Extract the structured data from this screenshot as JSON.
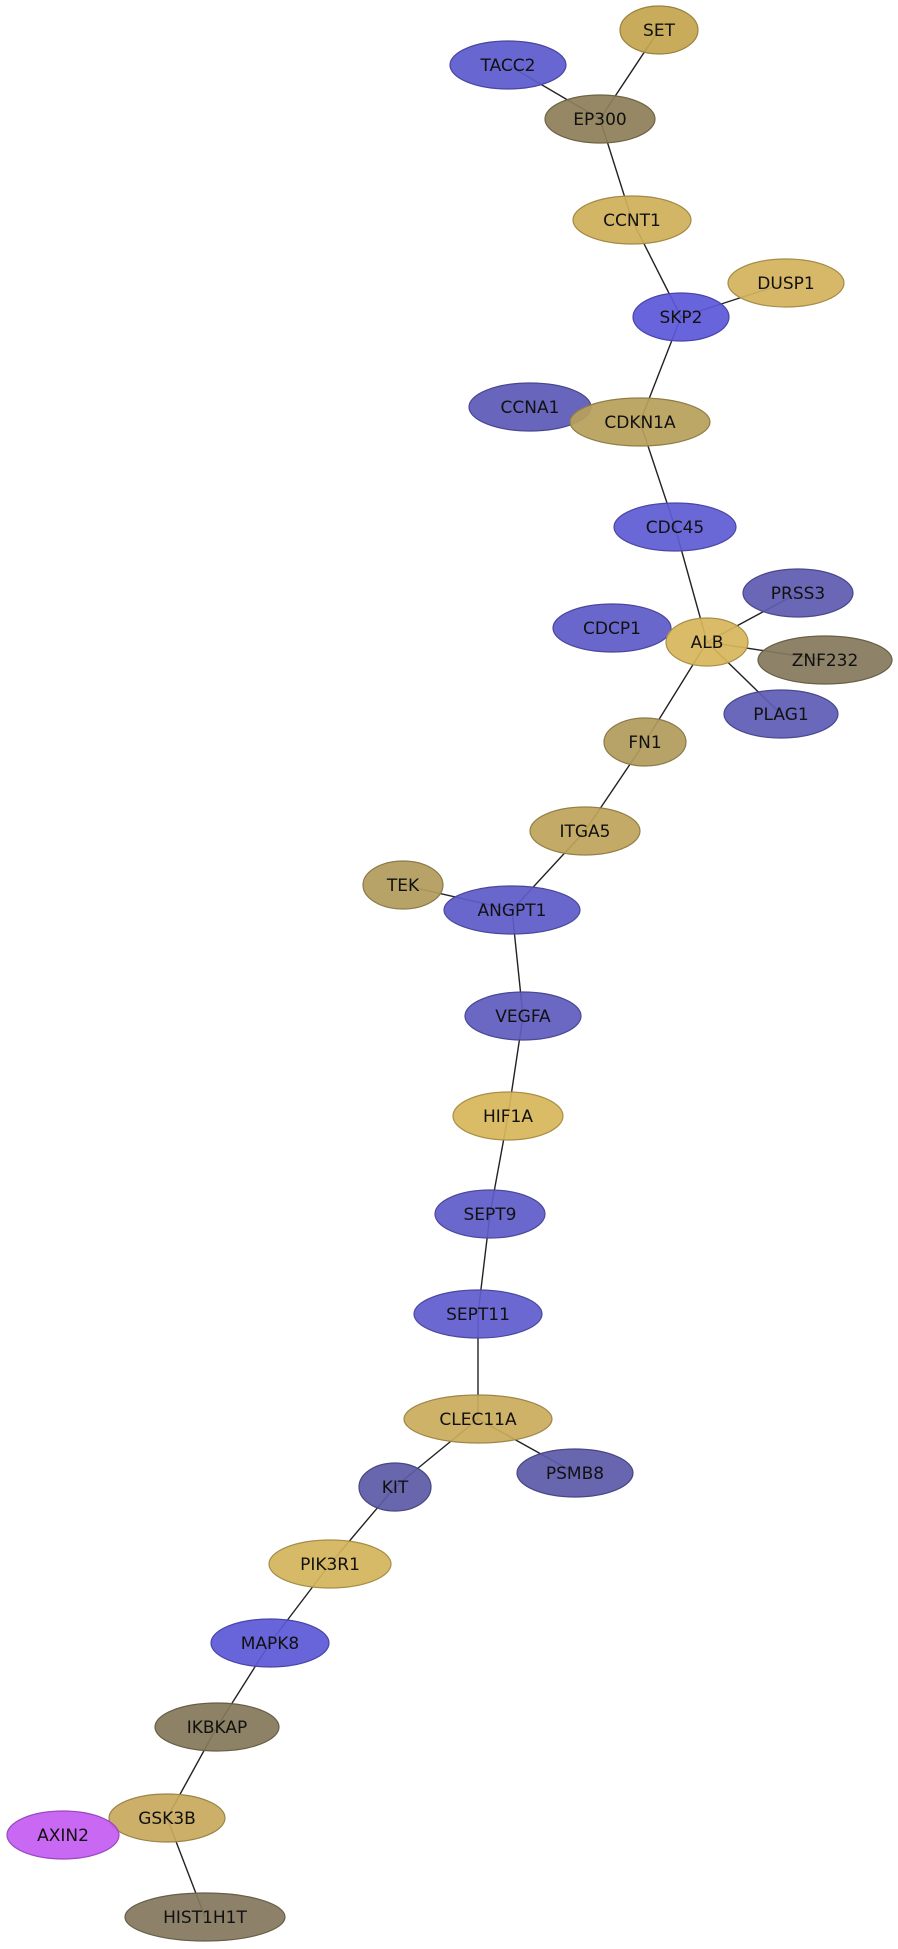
{
  "graph": {
    "nodes": [
      {
        "id": "SET",
        "label": "SET",
        "color": "#c4a650"
      },
      {
        "id": "TACC2",
        "label": "TACC2",
        "color": "#5c5acc"
      },
      {
        "id": "EP300",
        "label": "EP300",
        "color": "#8e7f58"
      },
      {
        "id": "CCNT1",
        "label": "CCNT1",
        "color": "#d0b059"
      },
      {
        "id": "DUSP1",
        "label": "DUSP1",
        "color": "#d3b35c"
      },
      {
        "id": "SKP2",
        "label": "SKP2",
        "color": "#5d59d9"
      },
      {
        "id": "CCNA1",
        "label": "CCNA1",
        "color": "#5d5ab7"
      },
      {
        "id": "CDKN1A",
        "label": "CDKN1A",
        "color": "#b8a05a"
      },
      {
        "id": "CDC45",
        "label": "CDC45",
        "color": "#5f5bd4"
      },
      {
        "id": "PRSS3",
        "label": "PRSS3",
        "color": "#5f5bb1"
      },
      {
        "id": "CDCP1",
        "label": "CDCP1",
        "color": "#5f5bc8"
      },
      {
        "id": "ALB",
        "label": "ALB",
        "color": "#d7b65c"
      },
      {
        "id": "ZNF232",
        "label": "ZNF232",
        "color": "#857a5c"
      },
      {
        "id": "PLAG1",
        "label": "PLAG1",
        "color": "#5e5cb5"
      },
      {
        "id": "FN1",
        "label": "FN1",
        "color": "#b29c5d"
      },
      {
        "id": "ITGA5",
        "label": "ITGA5",
        "color": "#bea45a"
      },
      {
        "id": "TEK",
        "label": "TEK",
        "color": "#b29c5d"
      },
      {
        "id": "ANGPT1",
        "label": "ANGPT1",
        "color": "#5f5bc8"
      },
      {
        "id": "VEGFA",
        "label": "VEGFA",
        "color": "#5f5cbd"
      },
      {
        "id": "HIF1A",
        "label": "HIF1A",
        "color": "#d7b65a"
      },
      {
        "id": "SEPT9",
        "label": "SEPT9",
        "color": "#605cc9"
      },
      {
        "id": "SEPT11",
        "label": "SEPT11",
        "color": "#605cce"
      },
      {
        "id": "CLEC11A",
        "label": "CLEC11A",
        "color": "#c9ac5c"
      },
      {
        "id": "KIT",
        "label": "KIT",
        "color": "#5c5aa6"
      },
      {
        "id": "PSMB8",
        "label": "PSMB8",
        "color": "#5c5aa8"
      },
      {
        "id": "PIK3R1",
        "label": "PIK3R1",
        "color": "#d3b55c"
      },
      {
        "id": "MAPK8",
        "label": "MAPK8",
        "color": "#5d59d8"
      },
      {
        "id": "IKBKAP",
        "label": "IKBKAP",
        "color": "#84785a"
      },
      {
        "id": "GSK3B",
        "label": "GSK3B",
        "color": "#c8a95c"
      },
      {
        "id": "AXIN2",
        "label": "AXIN2",
        "color": "#c55cf2"
      },
      {
        "id": "HIST1H1T",
        "label": "HIST1H1T",
        "color": "#84795e"
      }
    ],
    "edges": [
      [
        "SET",
        "EP300"
      ],
      [
        "TACC2",
        "EP300"
      ],
      [
        "EP300",
        "CCNT1"
      ],
      [
        "CCNT1",
        "SKP2"
      ],
      [
        "DUSP1",
        "SKP2"
      ],
      [
        "SKP2",
        "CDKN1A"
      ],
      [
        "CDKN1A",
        "CDC45"
      ],
      [
        "CDC45",
        "ALB"
      ],
      [
        "PRSS3",
        "ALB"
      ],
      [
        "ZNF232",
        "ALB"
      ],
      [
        "PLAG1",
        "ALB"
      ],
      [
        "ALB",
        "FN1"
      ],
      [
        "FN1",
        "ITGA5"
      ],
      [
        "ITGA5",
        "ANGPT1"
      ],
      [
        "TEK",
        "ANGPT1"
      ],
      [
        "ANGPT1",
        "VEGFA"
      ],
      [
        "VEGFA",
        "HIF1A"
      ],
      [
        "HIF1A",
        "SEPT9"
      ],
      [
        "SEPT9",
        "SEPT11"
      ],
      [
        "SEPT11",
        "CLEC11A"
      ],
      [
        "CLEC11A",
        "KIT"
      ],
      [
        "CLEC11A",
        "PSMB8"
      ],
      [
        "KIT",
        "PIK3R1"
      ],
      [
        "PIK3R1",
        "MAPK8"
      ],
      [
        "MAPK8",
        "IKBKAP"
      ],
      [
        "IKBKAP",
        "GSK3B"
      ],
      [
        "GSK3B",
        "HIST1H1T"
      ]
    ]
  }
}
